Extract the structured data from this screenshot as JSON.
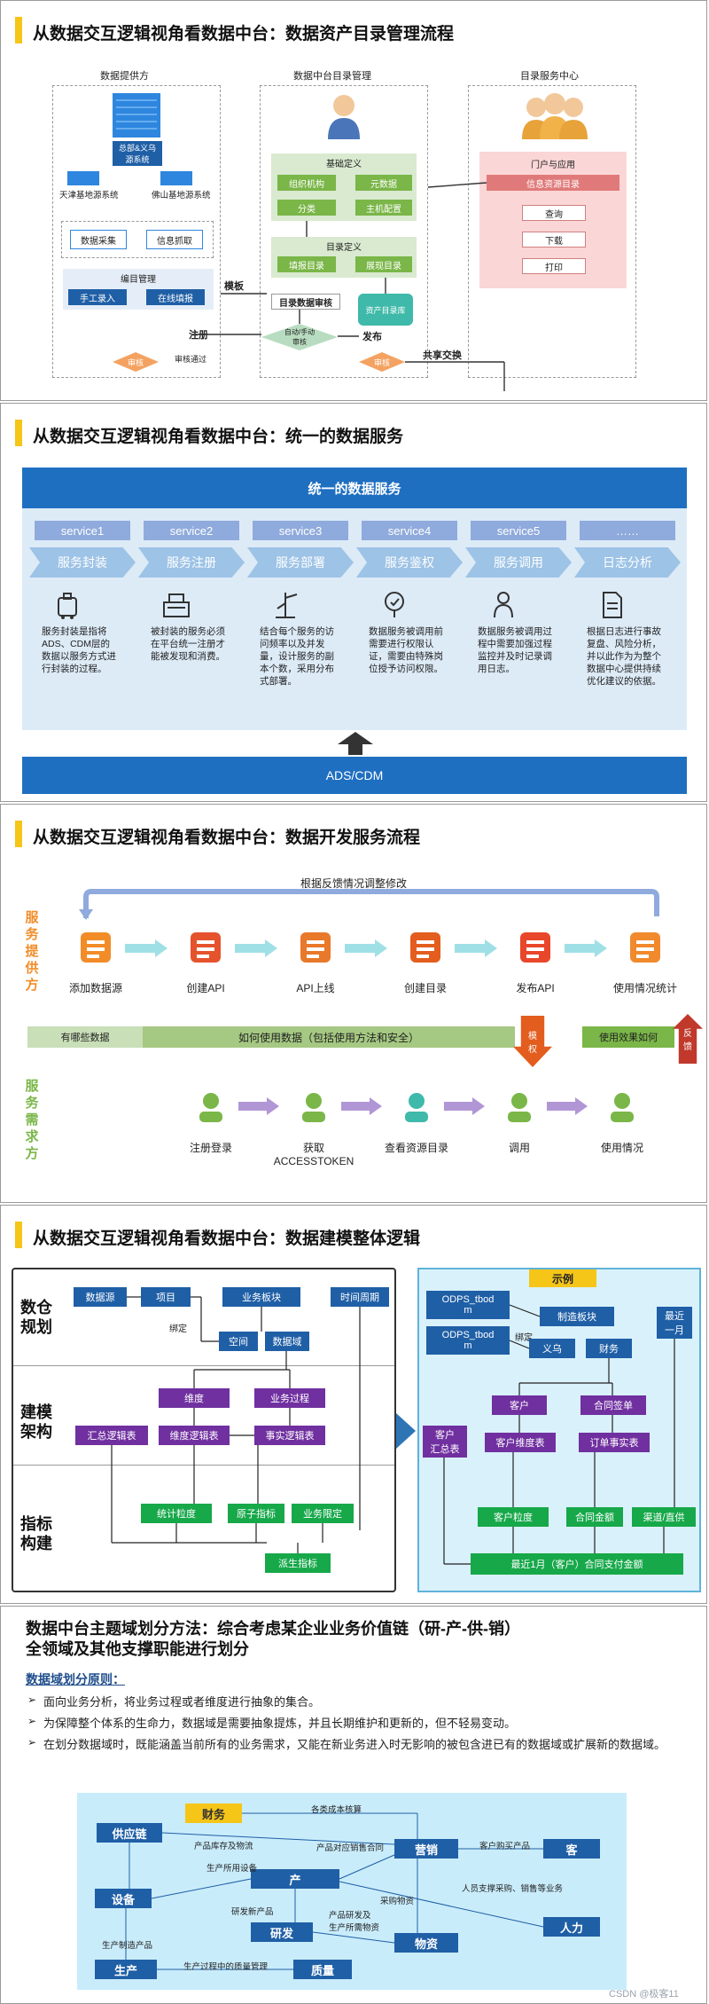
{
  "slide1": {
    "title": "从数据交互逻辑视角看数据中台：数据资产目录管理流程",
    "col_provider": "数据提供方",
    "col_center": "数据中台目录管理",
    "col_service": "目录服务中心",
    "src_system": "总部&义乌\n源系统",
    "tianjin": "天津基地源系统",
    "foshan": "佛山基地源系统",
    "collect": "数据采集",
    "capture": "信息抓取",
    "catalog_mgmt": "编目管理",
    "manual": "手工录入",
    "online": "在线填报",
    "register": "注册",
    "audit1": "审核",
    "audit_pass": "审核通过",
    "basic_def": "基础定义",
    "org": "组织机构",
    "metadata": "元数据",
    "category": "分类",
    "host_cfg": "主机配置",
    "catalog_def": "目录定义",
    "fill_catalog": "填报目录",
    "show_catalog": "展现目录",
    "template": "模板",
    "catalog_audit": "目录数据审核",
    "auto_manual": "自动/手动\n审核",
    "asset_catalog": "资产目录库",
    "publish": "发布",
    "audit2": "审核",
    "share": "共享交换",
    "portal": "门户与应用",
    "info_res": "信息资源目录",
    "query": "查询",
    "download": "下载",
    "print": "打印"
  },
  "slide2": {
    "title": "从数据交互逻辑视角看数据中台：统一的数据服务",
    "header": "统一的数据服务",
    "footer": "ADS/CDM",
    "services": [
      {
        "code": "service1",
        "name": "服务封装",
        "icon": "luggage-icon",
        "desc": "服务封装是指将ADS、CDM层的数据以服务方式进行封装的过程。"
      },
      {
        "code": "service2",
        "name": "服务注册",
        "icon": "register-icon",
        "desc": "被封装的服务必须在平台统一注册才能被发现和消费。"
      },
      {
        "code": "service3",
        "name": "服务部署",
        "icon": "deploy-icon",
        "desc": "结合每个服务的访问频率以及并发量，设计服务的副本个数，采用分布式部署。"
      },
      {
        "code": "service4",
        "name": "服务鉴权",
        "icon": "auth-icon",
        "desc": "数据服务被调用前需要进行权限认证，需要由特殊岗位授予访问权限。"
      },
      {
        "code": "service5",
        "name": "服务调用",
        "icon": "user-icon",
        "desc": "数据服务被调用过程中需要加强过程监控并及时记录调用日志。"
      },
      {
        "code": "……",
        "name": "日志分析",
        "icon": "document-icon",
        "desc": "根据日志进行事故复盘、风险分析，并以此作为为整个数据中心提供持续优化建议的依据。"
      }
    ]
  },
  "slide3": {
    "title": "从数据交互逻辑视角看数据中台：数据开发服务流程",
    "feedback": "根据反馈情况调整修改",
    "provider_label": "服务提供方",
    "consumer_label": "服务需求方",
    "steps_top": [
      "添加数据源",
      "创建API",
      "API上线",
      "创建目录",
      "发布API",
      "使用情况统计"
    ],
    "bar_left": "有哪些数据",
    "bar_mid": "如何使用数据（包括使用方法和安全）",
    "bar_right": "使用效果如何",
    "mould": "模\n权",
    "fb": "反\n馈",
    "steps_bottom": [
      "注册登录",
      "获取\nACCESSTOKEN",
      "查看资源目录",
      "调用",
      "使用情况"
    ]
  },
  "slide4": {
    "title": "从数据交互逻辑视角看数据中台：数据建模整体逻辑",
    "row1": "数仓\n规划",
    "row2": "建模\n架构",
    "row3": "指标\n构建",
    "datasource": "数据源",
    "project": "项目",
    "biz_block": "业务板块",
    "time_period": "时间周期",
    "bind": "绑定",
    "space": "空间",
    "data_domain": "数据域",
    "dimension": "维度",
    "biz_process": "业务过程",
    "summary_table": "汇总逻辑表",
    "dim_table": "维度逻辑表",
    "fact_table": "事实逻辑表",
    "stat_grain": "统计粒度",
    "atomic": "原子指标",
    "biz_limit": "业务限定",
    "derived": "派生指标",
    "example": "示例",
    "odps1": "ODPS_tbod\nm",
    "odps2": "ODPS_tbod\nm",
    "mfg": "制造板块",
    "recent": "最近\n一月",
    "bind2": "绑定",
    "yiwu": "义乌",
    "finance": "财务",
    "customer": "客户",
    "contract": "合同签单",
    "cust_sum": "客户\n汇总表",
    "cust_dim": "客户维度表",
    "order_fact": "订单事实表",
    "cust_grain": "客户粒度",
    "contract_amt": "合同金额",
    "channel": "渠道/直供",
    "final": "最近1月（客户）合同支付金额"
  },
  "slide5": {
    "title": "数据中台主题域划分方法：综合考虑某企业业务价值链（研-产-供-销）全领域及其他支撑职能进行划分",
    "principle": "数据域划分原则：",
    "bullets": [
      "面向业务分析，将业务过程或者维度进行抽象的集合。",
      "为保障整个体系的生命力，数据域是需要抽象提炼，并且长期维护和更新的，但不轻易变动。",
      "在划分数据域时，既能涵盖当前所有的业务需求，又能在新业务进入时无影响的被包含进已有的数据域或扩展新的数据域。"
    ],
    "domains": {
      "finance": "财务",
      "supply": "供应链",
      "sales": "营销",
      "customer": "客",
      "equipment": "设备",
      "core": "产",
      "rd": "研发",
      "hr": "人力",
      "production": "生产",
      "material": "物资",
      "quality": "质量"
    },
    "edges": {
      "cost": "各类成本核算",
      "inventory": "产品库存及物流",
      "cost_sales": "产品对应销售合同",
      "cust_buy": "客户购买产品",
      "equip_use": "生产所用设备",
      "rd_product": "研发新产品",
      "purchase": "采购物资",
      "support": "人员支撑采购、销售等业务",
      "make": "生产制造产品",
      "rd_material": "产品研发及\n生产所需物资",
      "quality_mgmt": "生产过程中的质量管理"
    },
    "watermark": "CSDN @极客11"
  }
}
